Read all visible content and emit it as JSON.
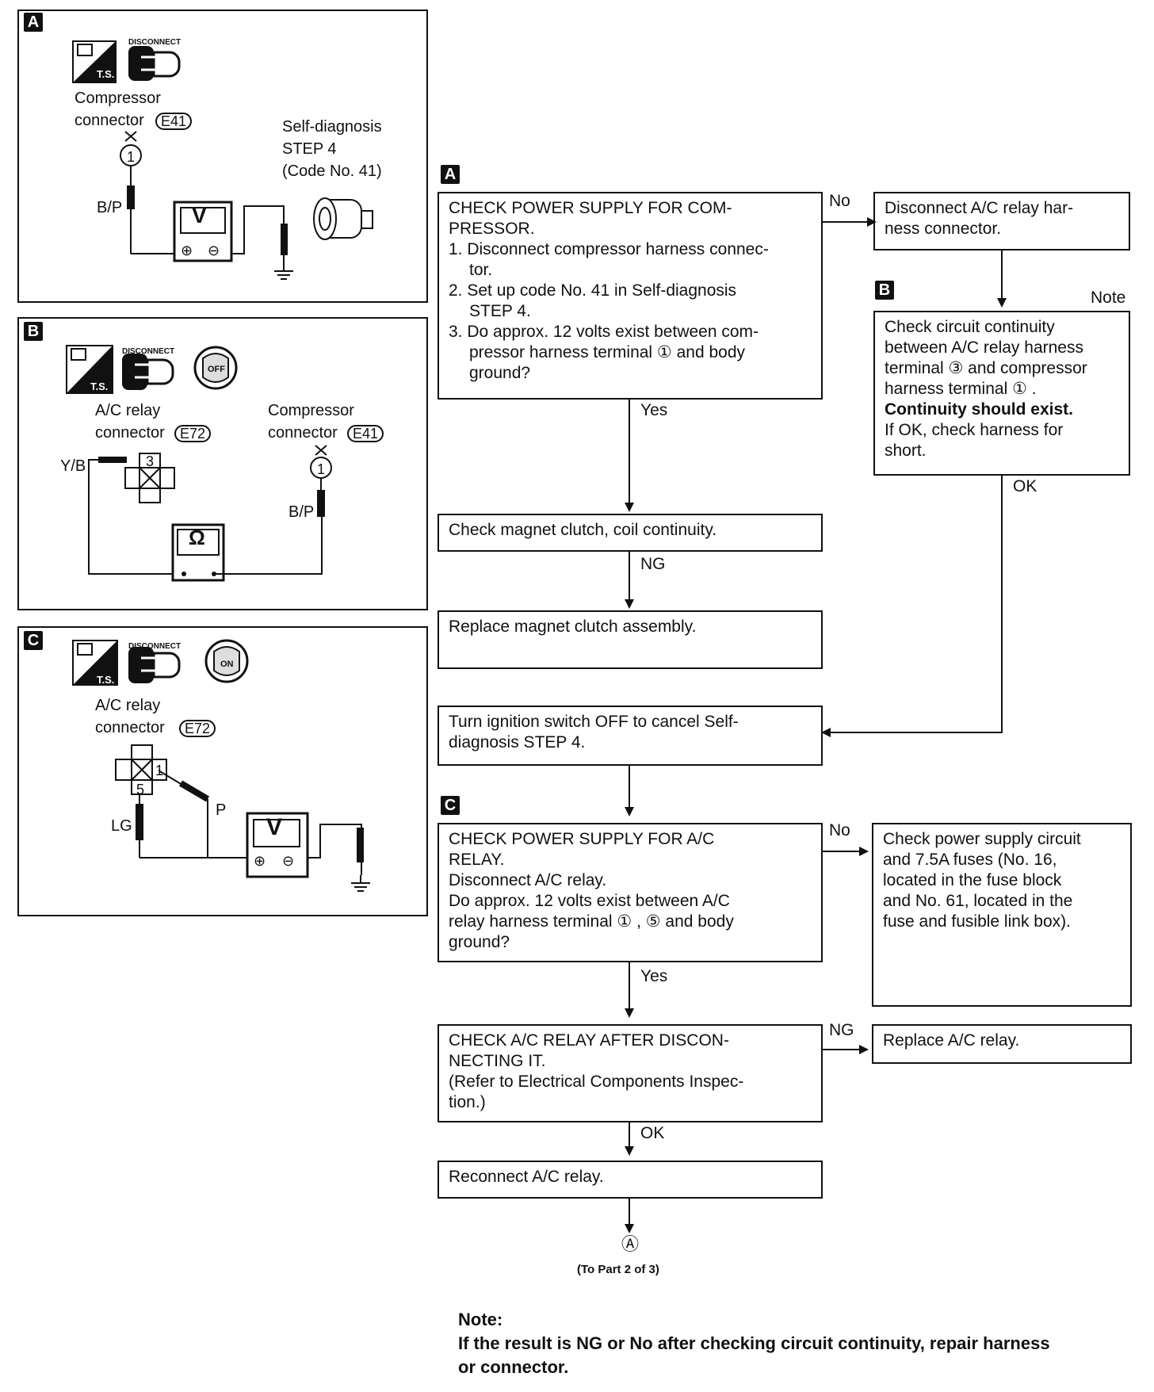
{
  "panels": {
    "a": {
      "tag": "A",
      "disconnect_label": "DISCONNECT",
      "ts_label": "T.S.",
      "connector_title_1": "Compressor",
      "connector_title_2": "connector",
      "connector_code": "E41",
      "terminal": "1",
      "wire": "B/P",
      "meter": "V",
      "plus": "⊕",
      "minus": "⊖",
      "note_1": "Self-diagnosis",
      "note_2": "STEP 4",
      "note_3": "(Code No. 41)"
    },
    "b": {
      "tag": "B",
      "disconnect_label": "DISCONNECT",
      "ts_label": "T.S.",
      "key_label": "OFF",
      "relay_title_1": "A/C relay",
      "relay_title_2": "connector",
      "relay_code": "E72",
      "relay_terminal": "3",
      "relay_wire": "Y/B",
      "comp_title_1": "Compressor",
      "comp_title_2": "connector",
      "comp_code": "E41",
      "comp_terminal": "1",
      "comp_wire": "B/P",
      "meter": "Ω"
    },
    "c": {
      "tag": "C",
      "disconnect_label": "DISCONNECT",
      "ts_label": "T.S.",
      "key_label": "ON",
      "relay_title_1": "A/C relay",
      "relay_title_2": "connector",
      "relay_code": "E72",
      "terminal_1": "1",
      "terminal_5": "5",
      "wire_lg": "LG",
      "wire_p": "P",
      "meter": "V",
      "plus": "⊕",
      "minus": "⊖"
    }
  },
  "flow": {
    "tag_a": "A",
    "tag_b": "B",
    "tag_c": "C",
    "check_comp_power": [
      "CHECK POWER SUPPLY FOR COM-",
      "PRESSOR.",
      "1. Disconnect compressor harness connec-",
      "tor.",
      "2. Set up code No. 41 in Self-diagnosis",
      "STEP 4.",
      "3. Do approx. 12 volts exist between com-",
      "pressor harness terminal ① and body",
      "ground?"
    ],
    "disconnect_relay": [
      "Disconnect A/C relay har-",
      "ness connector."
    ],
    "note_label": "Note",
    "check_continuity": [
      "Check circuit continuity",
      "between A/C relay harness",
      "terminal ③ and compressor",
      "harness terminal ① ."
    ],
    "continuity_bold": "Continuity should exist.",
    "check_continuity_tail": [
      "If OK, check harness for",
      "short."
    ],
    "check_clutch": "Check magnet clutch, coil continuity.",
    "replace_clutch": "Replace magnet clutch assembly.",
    "turn_ignition": [
      "Turn ignition switch OFF to cancel Self-",
      "diagnosis STEP 4."
    ],
    "check_relay_power": [
      "CHECK POWER SUPPLY FOR A/C",
      "RELAY.",
      "Disconnect A/C relay.",
      "Do approx. 12 volts exist between A/C",
      "relay harness terminal ① , ⑤ and body",
      "ground?"
    ],
    "check_power_circuit": [
      "Check power supply circuit",
      "and 7.5A fuses (No. 16,",
      "located in the fuse block",
      "and No. 61, located in the",
      "fuse and fusible link box)."
    ],
    "check_relay": [
      "CHECK A/C RELAY AFTER DISCON-",
      "NECTING IT.",
      "(Refer to Electrical Components Inspec-",
      "tion.)"
    ],
    "replace_relay": "Replace A/C relay.",
    "reconnect_relay": "Reconnect A/C relay.",
    "labels": {
      "no1": "No",
      "yes1": "Yes",
      "ok1": "OK",
      "ng1": "NG",
      "no2": "No",
      "yes2": "Yes",
      "ng2": "NG",
      "ok2": "OK"
    },
    "connector_mark": "Ⓐ",
    "connector_text": "(To Part 2 of 3)"
  },
  "note": {
    "title": "Note:",
    "line1": "If the result is NG or No after checking circuit continuity, repair harness",
    "line2": "or connector."
  }
}
